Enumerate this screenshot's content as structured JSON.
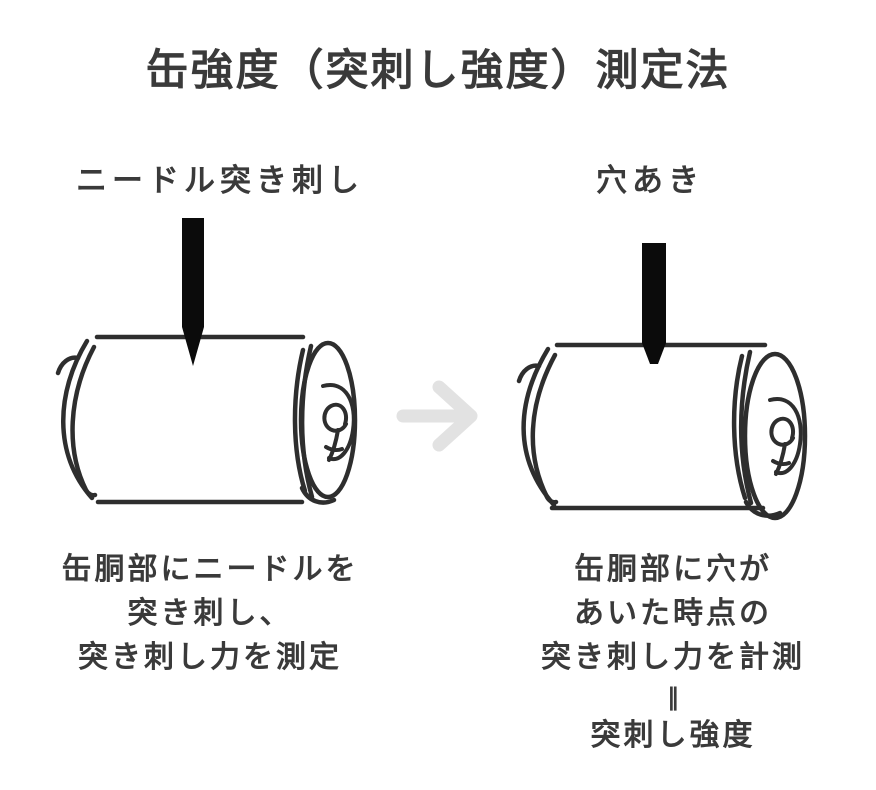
{
  "title": "缶強度（突刺し強度）測定法",
  "left_panel": {
    "label": "ニードル突き刺し",
    "caption_lines": [
      "缶胴部にニードルを",
      "突き刺し、",
      "突き刺し力を測定"
    ]
  },
  "right_panel": {
    "label": "穴あき",
    "caption_lines": [
      "缶胴部に穴が",
      "あいた時点の",
      "突き刺し力を計測"
    ],
    "equals_symbol": "‖",
    "result_label": "突刺し強度"
  },
  "icons": {
    "left_illustration": "can-with-needle-piercing-icon",
    "right_illustration": "can-with-punctured-hole-icon",
    "between": "arrow-right-icon"
  },
  "colors": {
    "background": "#ffffff",
    "text": "#3a3a3a",
    "stroke": "#2e2e2e",
    "needle": "#0b0b0b",
    "arrow": "#e2e2e2"
  }
}
